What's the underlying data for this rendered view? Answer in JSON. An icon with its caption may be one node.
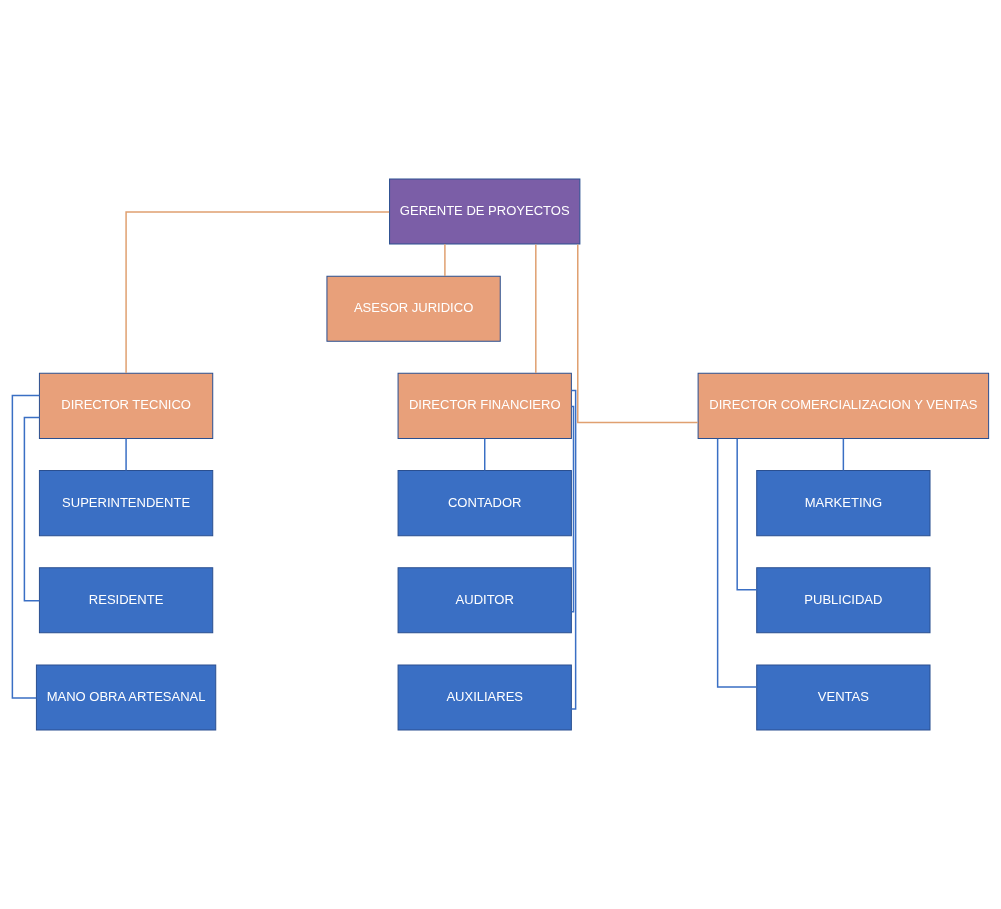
{
  "diagram": {
    "nodes": [
      {
        "text": [
          "GERENTE DE PROYECTOS"
        ]
      },
      {
        "text": [
          "ASESOR JURIDICO"
        ]
      },
      {
        "text": [
          "DIRECTOR TECNICO"
        ]
      },
      {
        "text": [
          "DIRECTOR FINANCIERO"
        ]
      },
      {
        "text": [
          "DIRECTOR COMERCIALIZACION Y VENTAS"
        ]
      },
      {
        "text": [
          "SUPERINTENDENTE"
        ]
      },
      {
        "text": [
          "RESIDENTE"
        ]
      },
      {
        "text": [
          "MANO OBRA ARTESANAL"
        ]
      },
      {
        "text": [
          "CONTADOR"
        ]
      },
      {
        "text": [
          "AUDITOR"
        ]
      },
      {
        "text": [
          "AUXILIARES"
        ]
      },
      {
        "text": [
          "MARKETING"
        ]
      },
      {
        "text": [
          "PUBLICIDAD"
        ]
      },
      {
        "text": [
          "VENTAS"
        ]
      }
    ],
    "edges": [
      {
        "from": 0,
        "to": 1,
        "arrow": "none",
        "color": "#e0a070"
      },
      {
        "from": 0,
        "to": 2,
        "arrow": "none",
        "color": "#e0a070"
      },
      {
        "from": 0,
        "to": 3,
        "arrow": "none",
        "color": "#e0a070"
      },
      {
        "from": 0,
        "to": 4,
        "arrow": "none",
        "color": "#e0a070"
      },
      {
        "from": 2,
        "to": 5,
        "arrow": "none"
      },
      {
        "from": 2,
        "to": 6,
        "arrow": "none"
      },
      {
        "from": 2,
        "to": 7,
        "arrow": "none"
      },
      {
        "from": 3,
        "to": 8,
        "arrow": "none"
      },
      {
        "from": 3,
        "to": 9,
        "arrow": "none"
      },
      {
        "from": 3,
        "to": 10,
        "arrow": "none"
      },
      {
        "from": 4,
        "to": 11,
        "arrow": "none"
      },
      {
        "from": 4,
        "to": 12,
        "arrow": "none"
      },
      {
        "from": 4,
        "to": 13,
        "arrow": "none"
      }
    ]
  }
}
